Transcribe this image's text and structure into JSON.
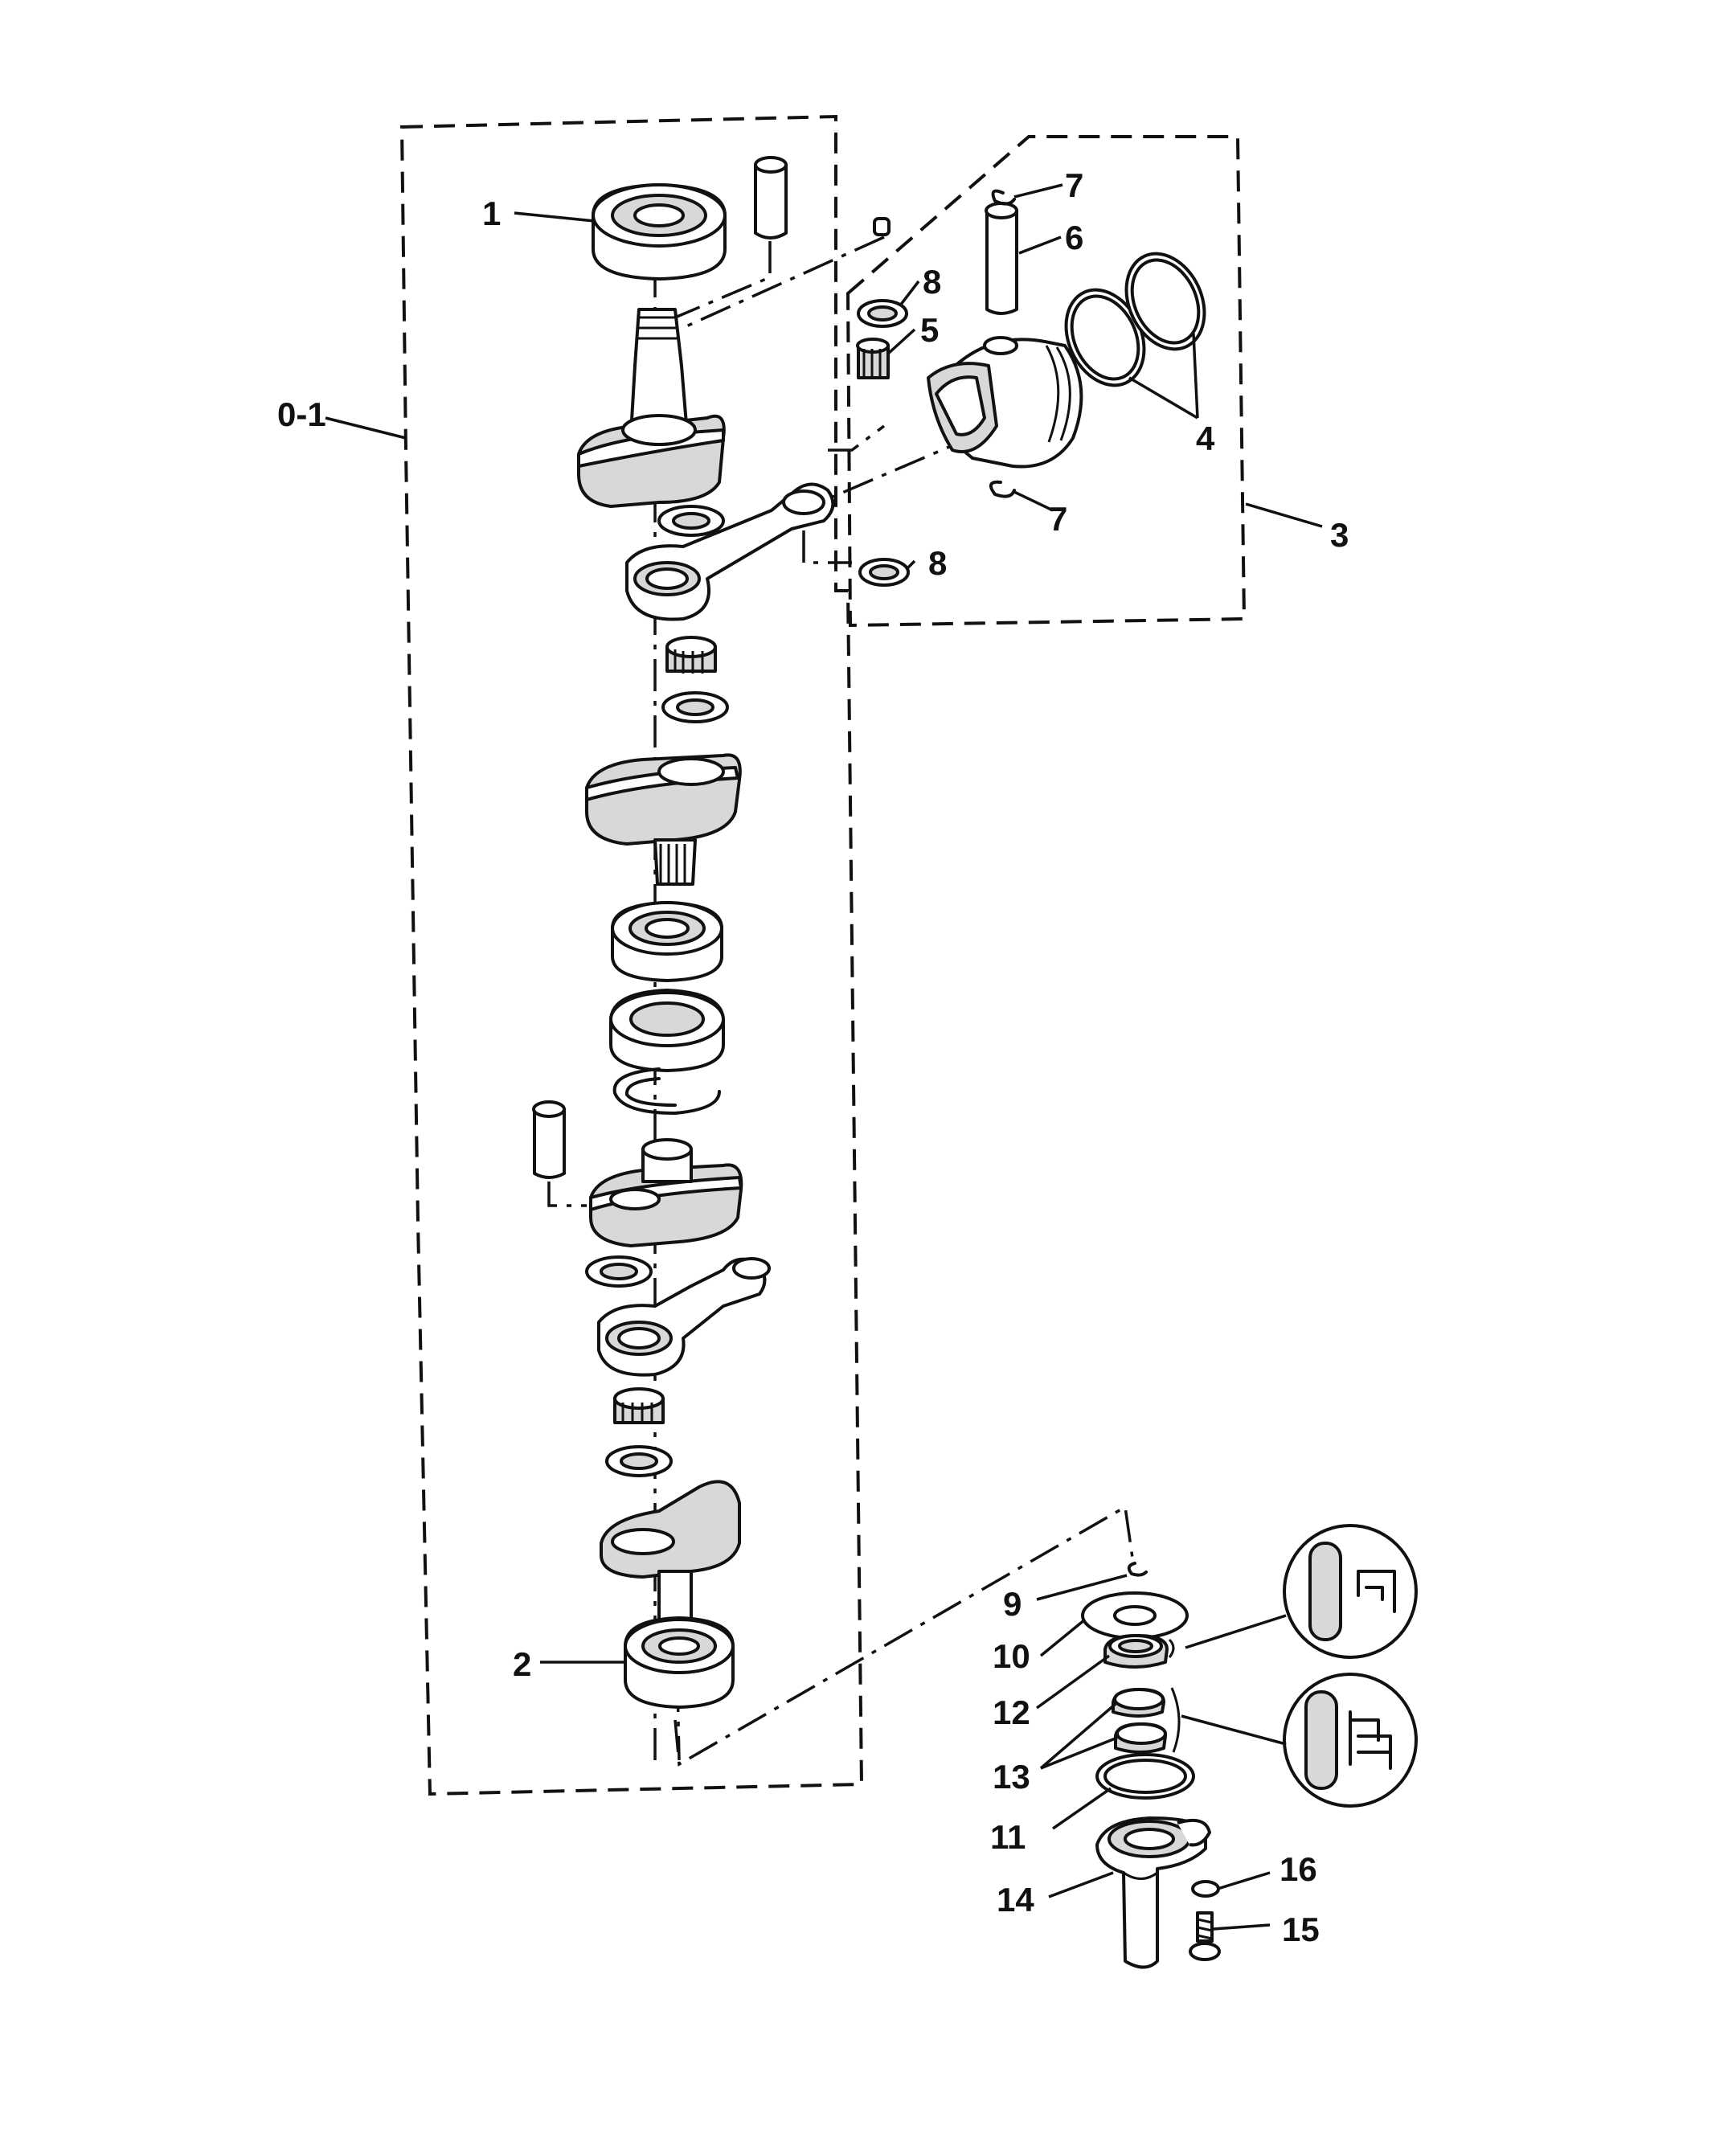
{
  "labels": {
    "l01": "0-1",
    "l1": "1",
    "l2": "2",
    "l3": "3",
    "l4": "4",
    "l5": "5",
    "l6": "6",
    "l7a": "7",
    "l7b": "7",
    "l8a": "8",
    "l8b": "8",
    "l9": "9",
    "l10": "10",
    "l11": "11",
    "l12": "12",
    "l13": "13",
    "l14": "14",
    "l15": "15",
    "l16": "16"
  }
}
